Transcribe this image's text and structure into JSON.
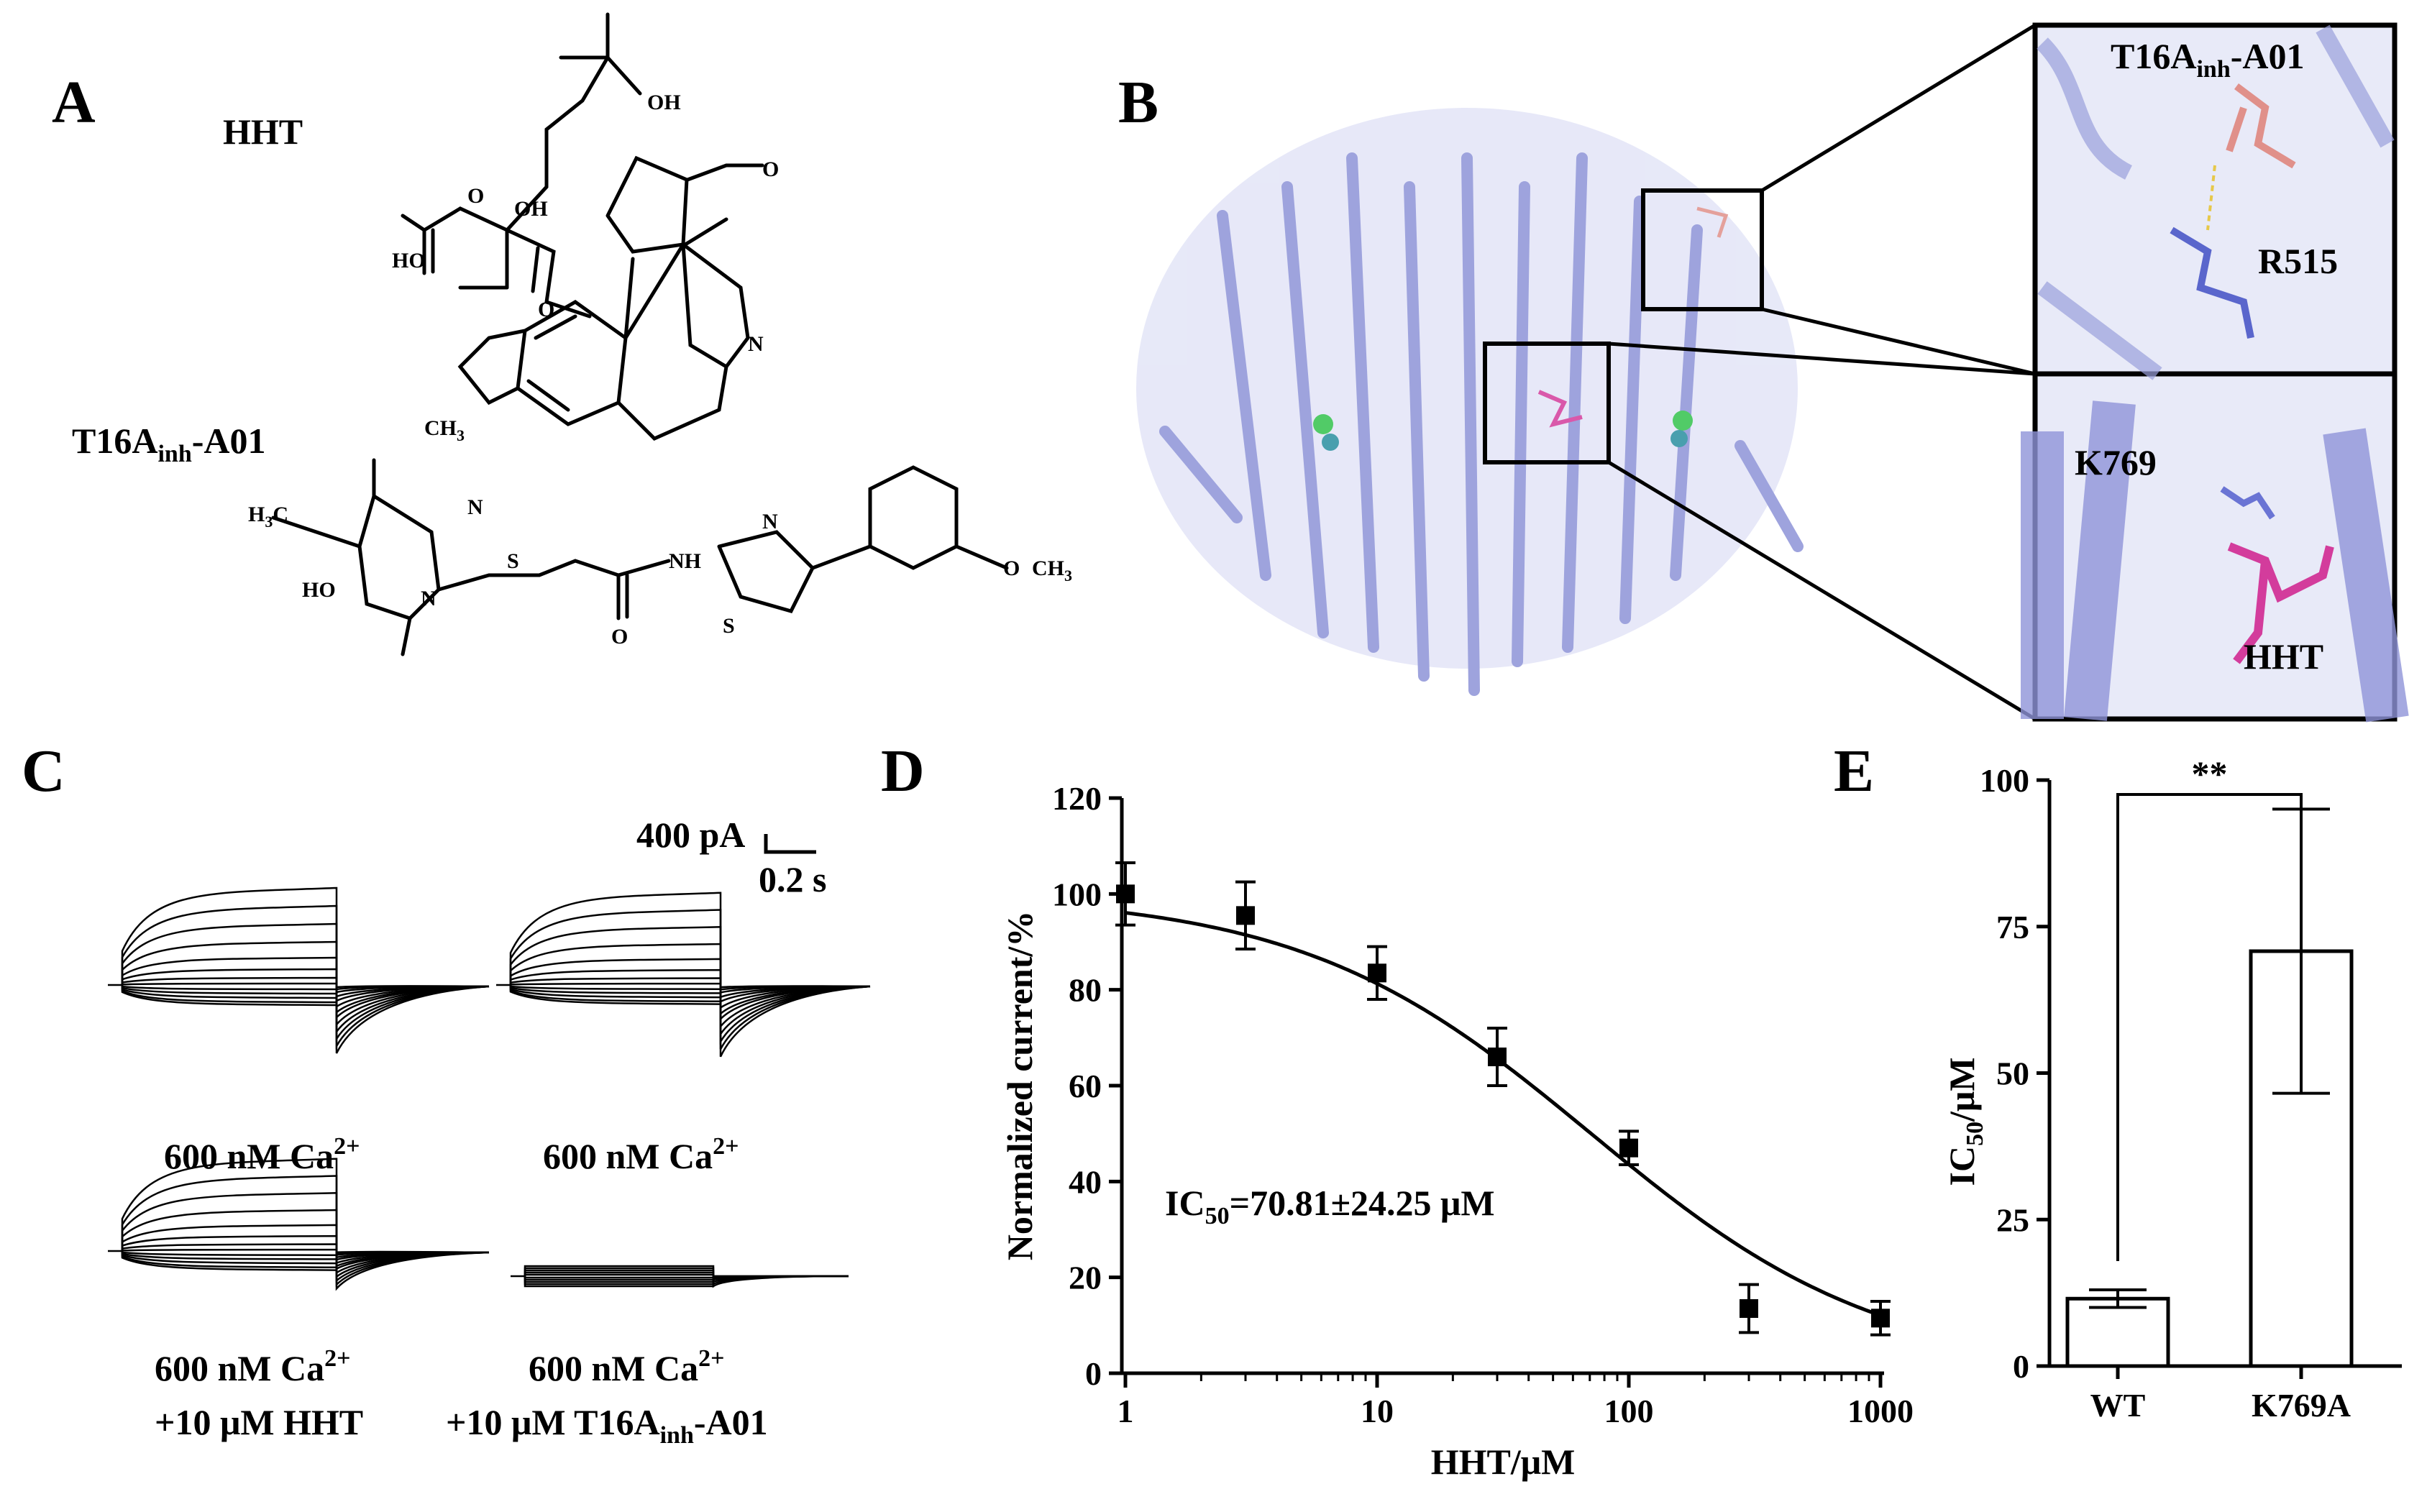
{
  "panels": {
    "A": {
      "letter": "A",
      "hht_label": "HHT",
      "t16_label_main": "T16A",
      "t16_label_sub": "inh",
      "t16_label_tail": "-A01",
      "atoms": {
        "oh_top": "OH",
        "oh_mid": "OH",
        "ho_left": "HO",
        "o1": "O",
        "o2": "O",
        "o3": "O",
        "n_ring": "N",
        "ch3_top": "CH",
        "ch3_sub": "3",
        "h3c": "H",
        "h3c_sub": "3",
        "h3c_c": "C",
        "n1": "N",
        "n2": "N",
        "ho_pyr": "HO",
        "s_link": "S",
        "o_amide": "O",
        "nh": "NH",
        "n_thz": "N",
        "s_thz": "S",
        "o_meth": "O",
        "ch3_meth": "CH",
        "ch3_meth_sub": "3"
      }
    },
    "B": {
      "letter": "B",
      "inset_top_label_main": "T16A",
      "inset_top_label_sub": "inh",
      "inset_top_label_tail": "-A01",
      "inset_top_residue": "R515",
      "inset_bottom_residue": "K769",
      "inset_bottom_ligand": "HHT"
    },
    "C": {
      "letter": "C",
      "scale_current": "400 pA",
      "scale_time": "0.2 s",
      "traces": [
        {
          "line1_main": "600 nM Ca",
          "line1_sup": "2+",
          "line2": ""
        },
        {
          "line1_main": "600 nM Ca",
          "line1_sup": "2+",
          "line2": ""
        },
        {
          "line1_main": "600 nM Ca",
          "line1_sup": "2+",
          "line2": "+10 μM HHT"
        },
        {
          "line1_main": "600 nM Ca",
          "line1_sup": "2+",
          "line2_main": "+10 μM T16A",
          "line2_sub": "inh",
          "line2_tail": "-A01"
        }
      ]
    },
    "D": {
      "letter": "D",
      "annotation_main": "IC",
      "annotation_sub": "50",
      "annotation_tail": "=70.81±24.25 μM"
    },
    "E": {
      "letter": "E",
      "significance": "**"
    }
  },
  "chart_data": [
    {
      "type": "scatter",
      "panel": "D",
      "xlabel": "HHT/μM",
      "ylabel": "Normalized current/%",
      "xscale": "log",
      "xlim": [
        1,
        1000
      ],
      "ylim": [
        0,
        120
      ],
      "xticks": [
        1,
        10,
        100,
        1000
      ],
      "yticks": [
        0,
        20,
        40,
        60,
        80,
        100,
        120
      ],
      "x": [
        1,
        3,
        10,
        30,
        100,
        300,
        1000
      ],
      "y": [
        100,
        95.5,
        83.5,
        66,
        47,
        13.5,
        11.5
      ],
      "yerr": [
        6.5,
        7,
        5.5,
        6,
        3.5,
        5,
        3.5
      ],
      "fit": {
        "model": "hill",
        "top": 100,
        "bottom": 0,
        "ic50": 70.81,
        "hill_slope": 0.75
      },
      "grid": false
    },
    {
      "type": "bar",
      "panel": "E",
      "categories": [
        "WT",
        "K769A"
      ],
      "values": [
        11.5,
        70.8
      ],
      "errors": [
        1.5,
        24.25
      ],
      "ylabel_main": "IC",
      "ylabel_sub": "50",
      "ylabel_tail": "/μM",
      "ylim": [
        0,
        100
      ],
      "yticks": [
        0,
        25,
        50,
        75,
        100
      ],
      "grid": false
    }
  ]
}
